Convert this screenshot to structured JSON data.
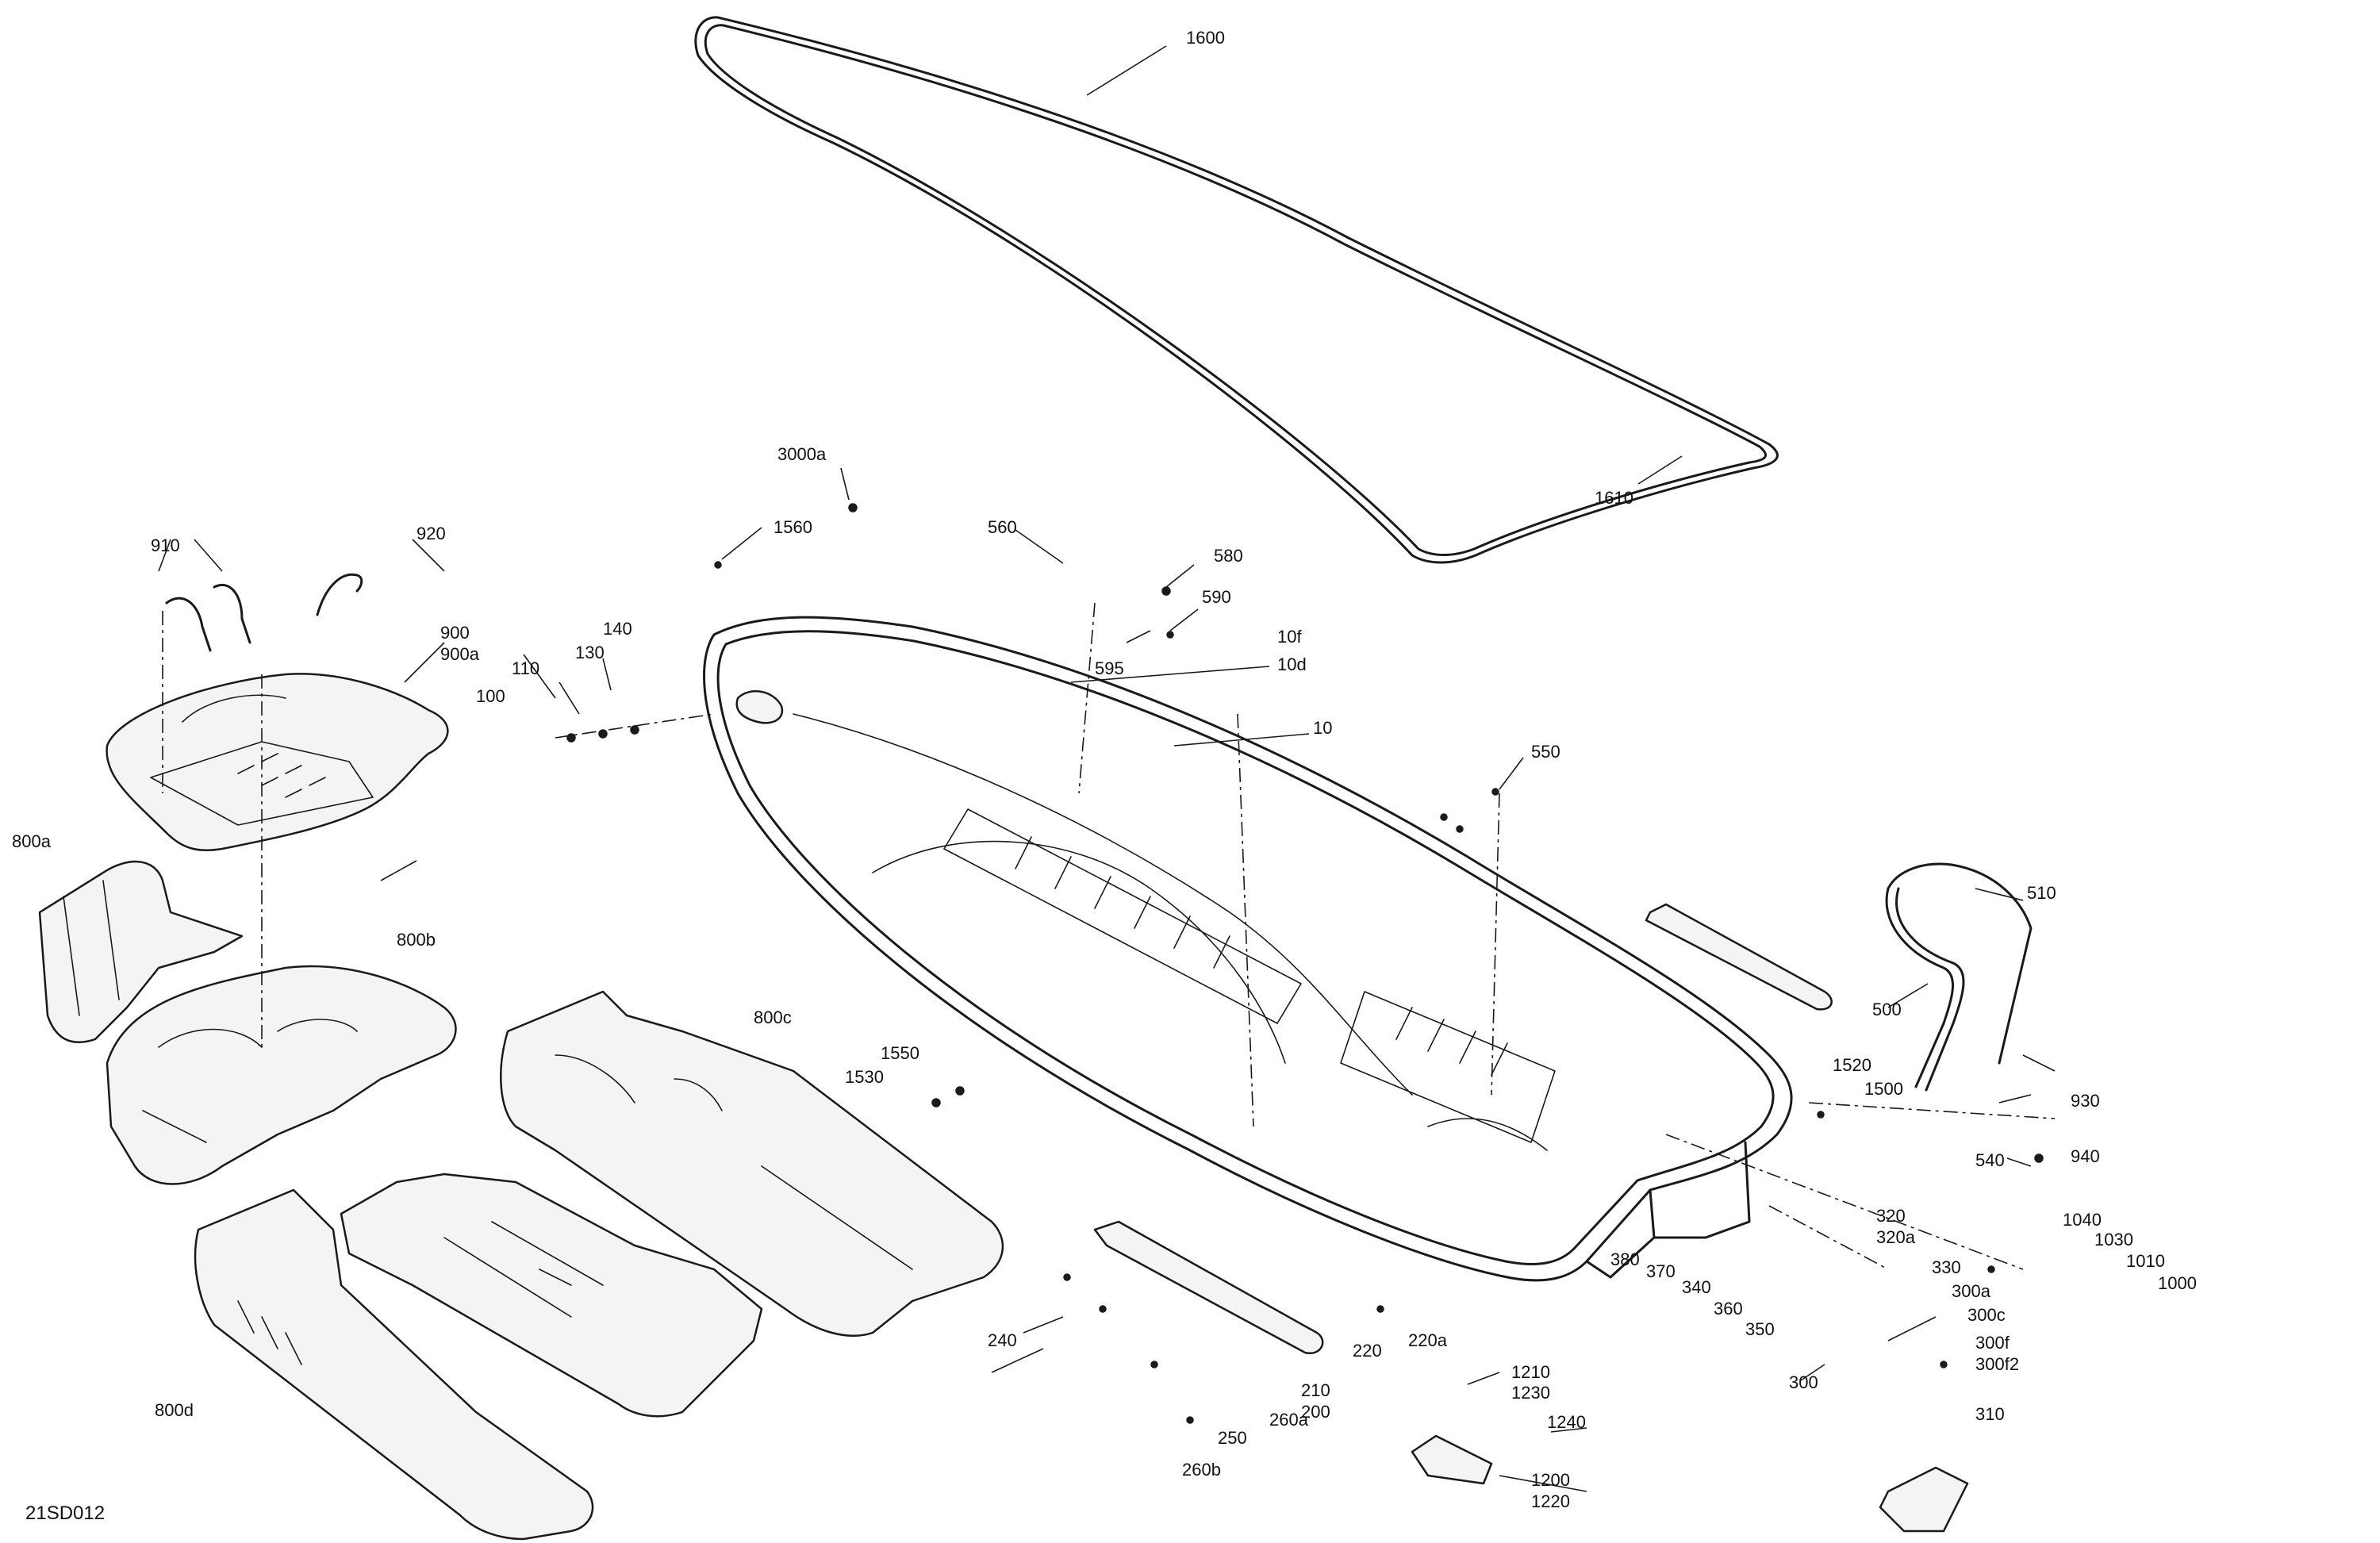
{
  "diagram": {
    "code": "21SD012",
    "callouts": [
      {
        "id": "1600",
        "text": "1600"
      },
      {
        "id": "1610",
        "text": "1610"
      },
      {
        "id": "3000a",
        "text": "3000a"
      },
      {
        "id": "1560",
        "text": "1560"
      },
      {
        "id": "560",
        "text": "560"
      },
      {
        "id": "580",
        "text": "580"
      },
      {
        "id": "590",
        "text": "590"
      },
      {
        "id": "595",
        "text": "595"
      },
      {
        "id": "10f",
        "text": "10f"
      },
      {
        "id": "10d",
        "text": "10d"
      },
      {
        "id": "10",
        "text": "10"
      },
      {
        "id": "550",
        "text": "550"
      },
      {
        "id": "910",
        "text": "910"
      },
      {
        "id": "920",
        "text": "920"
      },
      {
        "id": "900",
        "text": "900"
      },
      {
        "id": "900a",
        "text": "900a"
      },
      {
        "id": "140",
        "text": "140"
      },
      {
        "id": "130",
        "text": "130"
      },
      {
        "id": "110",
        "text": "110"
      },
      {
        "id": "100",
        "text": "100"
      },
      {
        "id": "800a",
        "text": "800a"
      },
      {
        "id": "800b",
        "text": "800b"
      },
      {
        "id": "800c",
        "text": "800c"
      },
      {
        "id": "800d",
        "text": "800d"
      },
      {
        "id": "1550",
        "text": "1550"
      },
      {
        "id": "1530",
        "text": "1530"
      },
      {
        "id": "510",
        "text": "510"
      },
      {
        "id": "500",
        "text": "500"
      },
      {
        "id": "1520",
        "text": "1520"
      },
      {
        "id": "1500",
        "text": "1500"
      },
      {
        "id": "930",
        "text": "930"
      },
      {
        "id": "540",
        "text": "540"
      },
      {
        "id": "940",
        "text": "940"
      },
      {
        "id": "320",
        "text": "320"
      },
      {
        "id": "320a",
        "text": "320a"
      },
      {
        "id": "1040",
        "text": "1040"
      },
      {
        "id": "1030",
        "text": "1030"
      },
      {
        "id": "1010",
        "text": "1010"
      },
      {
        "id": "1000",
        "text": "1000"
      },
      {
        "id": "330",
        "text": "330"
      },
      {
        "id": "300a",
        "text": "300a"
      },
      {
        "id": "300c",
        "text": "300c"
      },
      {
        "id": "300f",
        "text": "300f"
      },
      {
        "id": "300f2",
        "text": "300f2"
      },
      {
        "id": "300",
        "text": "300"
      },
      {
        "id": "310",
        "text": "310"
      },
      {
        "id": "380",
        "text": "380"
      },
      {
        "id": "370",
        "text": "370"
      },
      {
        "id": "340",
        "text": "340"
      },
      {
        "id": "360",
        "text": "360"
      },
      {
        "id": "350",
        "text": "350"
      },
      {
        "id": "240",
        "text": "240"
      },
      {
        "id": "220",
        "text": "220"
      },
      {
        "id": "220a",
        "text": "220a"
      },
      {
        "id": "210",
        "text": "210"
      },
      {
        "id": "200",
        "text": "200"
      },
      {
        "id": "260a",
        "text": "260a"
      },
      {
        "id": "250",
        "text": "250"
      },
      {
        "id": "260b",
        "text": "260b"
      },
      {
        "id": "1210",
        "text": "1210"
      },
      {
        "id": "1230",
        "text": "1230"
      },
      {
        "id": "1240",
        "text": "1240"
      },
      {
        "id": "1200",
        "text": "1200"
      },
      {
        "id": "1220",
        "text": "1220"
      }
    ]
  }
}
